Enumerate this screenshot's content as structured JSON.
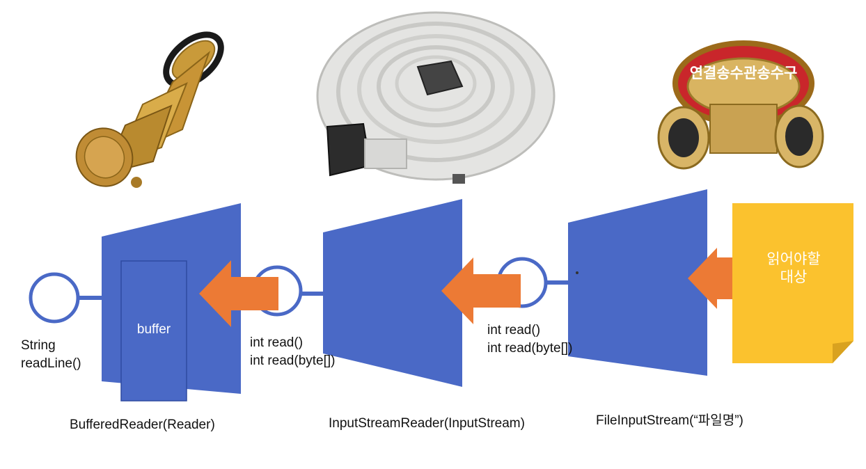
{
  "colors": {
    "stream_blue": "#4a69c6",
    "arrow_orange": "#ec7a35",
    "note_yellow": "#fbc22e",
    "note_fold": "#d9a21f",
    "ring_blue": "#4a69c6"
  },
  "images": {
    "nozzle": "brass-nozzle-photo",
    "hose": "fire-hose-photo",
    "connector": "siamese-connection-photo",
    "connector_emblem_text": "연결송수관송수구"
  },
  "target": {
    "label_line1": "읽어야할",
    "label_line2": "대상"
  },
  "streams": {
    "file_input": {
      "label": "FileInputStream(“파일명”)"
    },
    "input_reader": {
      "label": "InputStreamReader(InputStream)"
    },
    "buffered_reader": {
      "label": "BufferedReader(Reader)",
      "buffer_label": "buffer"
    }
  },
  "methods": {
    "file_stream_line1": "int read()",
    "file_stream_line2": "int read(byte[])",
    "reader_line1": "int read()",
    "reader_line2": "int read(byte[])",
    "buffered_line1": "String",
    "buffered_line2": "readLine()"
  }
}
